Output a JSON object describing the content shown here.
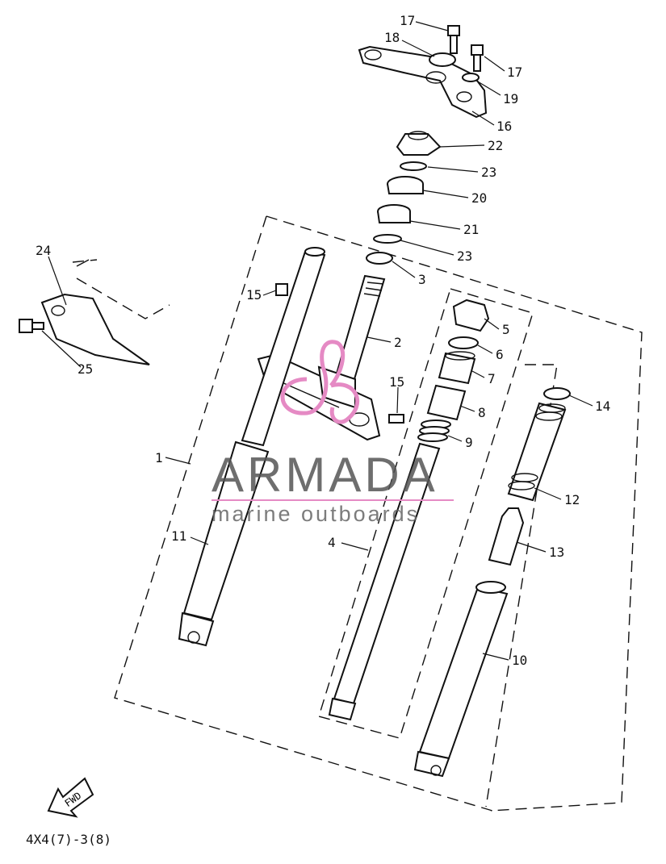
{
  "diagram": {
    "code": "4X4(7)-3(8)",
    "fwd_label": "FWD",
    "watermark": {
      "brand": "ARMADA",
      "tagline": "marine outboards",
      "brand_color": "#e58ac4"
    },
    "callouts": [
      {
        "id": "c17a",
        "text": "17"
      },
      {
        "id": "c18",
        "text": "18"
      },
      {
        "id": "c17b",
        "text": "17"
      },
      {
        "id": "c19",
        "text": "19"
      },
      {
        "id": "c16",
        "text": "16"
      },
      {
        "id": "c22",
        "text": "22"
      },
      {
        "id": "c23a",
        "text": "23"
      },
      {
        "id": "c20",
        "text": "20"
      },
      {
        "id": "c21",
        "text": "21"
      },
      {
        "id": "c23b",
        "text": "23"
      },
      {
        "id": "c3",
        "text": "3"
      },
      {
        "id": "c24",
        "text": "24"
      },
      {
        "id": "c15a",
        "text": "15"
      },
      {
        "id": "c2",
        "text": "2"
      },
      {
        "id": "c5",
        "text": "5"
      },
      {
        "id": "c6",
        "text": "6"
      },
      {
        "id": "c7",
        "text": "7"
      },
      {
        "id": "c14",
        "text": "14"
      },
      {
        "id": "c25",
        "text": "25"
      },
      {
        "id": "c15b",
        "text": "15"
      },
      {
        "id": "c8",
        "text": "8"
      },
      {
        "id": "c9",
        "text": "9"
      },
      {
        "id": "c1",
        "text": "1"
      },
      {
        "id": "c12",
        "text": "12"
      },
      {
        "id": "c11",
        "text": "11"
      },
      {
        "id": "c4",
        "text": "4"
      },
      {
        "id": "c13",
        "text": "13"
      },
      {
        "id": "c10",
        "text": "10"
      }
    ]
  }
}
